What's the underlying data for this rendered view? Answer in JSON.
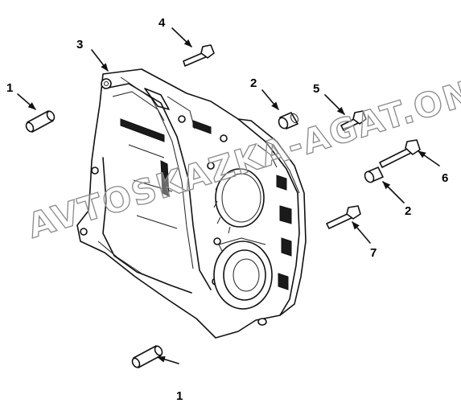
{
  "diagram": {
    "watermark_text": "AVTOSKAZKA-AGAT.ONLINE",
    "callouts": [
      {
        "id": "c1a",
        "label": "1"
      },
      {
        "id": "c1b",
        "label": "1"
      },
      {
        "id": "c2a",
        "label": "2"
      },
      {
        "id": "c2b",
        "label": "2"
      },
      {
        "id": "c3",
        "label": "3"
      },
      {
        "id": "c4",
        "label": "4"
      },
      {
        "id": "c5",
        "label": "5"
      },
      {
        "id": "c6",
        "label": "6"
      },
      {
        "id": "c7",
        "label": "7"
      }
    ]
  }
}
